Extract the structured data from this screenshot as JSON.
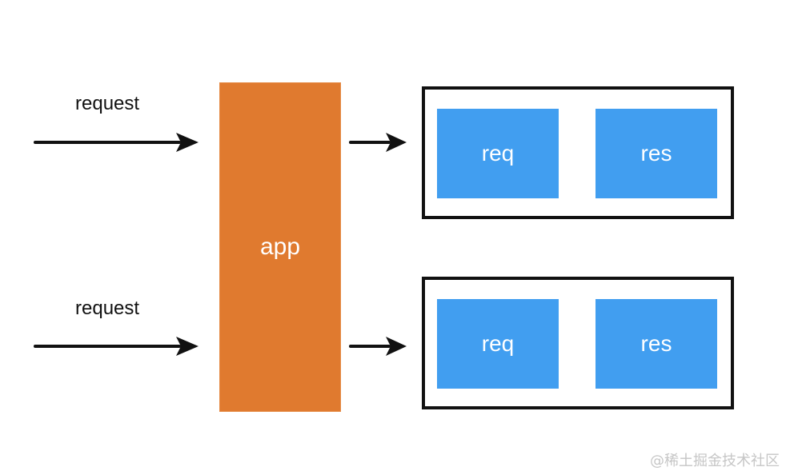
{
  "diagram": {
    "request_labels": [
      "request",
      "request"
    ],
    "app_label": "app",
    "containers": [
      {
        "req_label": "req",
        "res_label": "res"
      },
      {
        "req_label": "req",
        "res_label": "res"
      }
    ]
  },
  "watermark": "@稀土掘金技术社区",
  "colors": {
    "app": "#e07a2f",
    "box": "#419ef0",
    "stroke": "#111111",
    "watermark": "#c6c6c6"
  },
  "icons": [
    "arrow-right-icon"
  ]
}
